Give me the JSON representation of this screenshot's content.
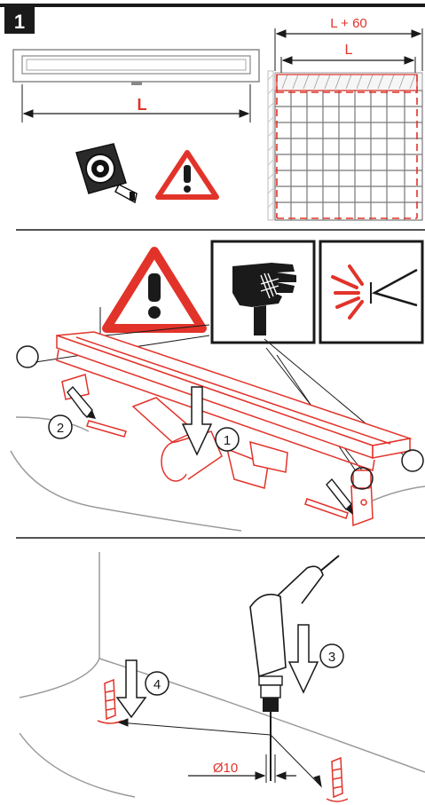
{
  "step_number": "1",
  "labels": {
    "length": "L",
    "length_left": "L",
    "length_plus": "L + 60",
    "callout_1": "1",
    "callout_2": "2",
    "callout_3": "3",
    "callout_4": "4",
    "diameter": "Ø10"
  },
  "colors": {
    "accent": "#e2332a",
    "ink": "#1a1a1a",
    "grey": "#7a7a7a"
  },
  "icons": [
    "warning-icon",
    "tape-measure-icon",
    "glove-hand-icon",
    "sharp-edge-icon",
    "drill-icon",
    "wall-plug-icon",
    "pencil-icon"
  ]
}
